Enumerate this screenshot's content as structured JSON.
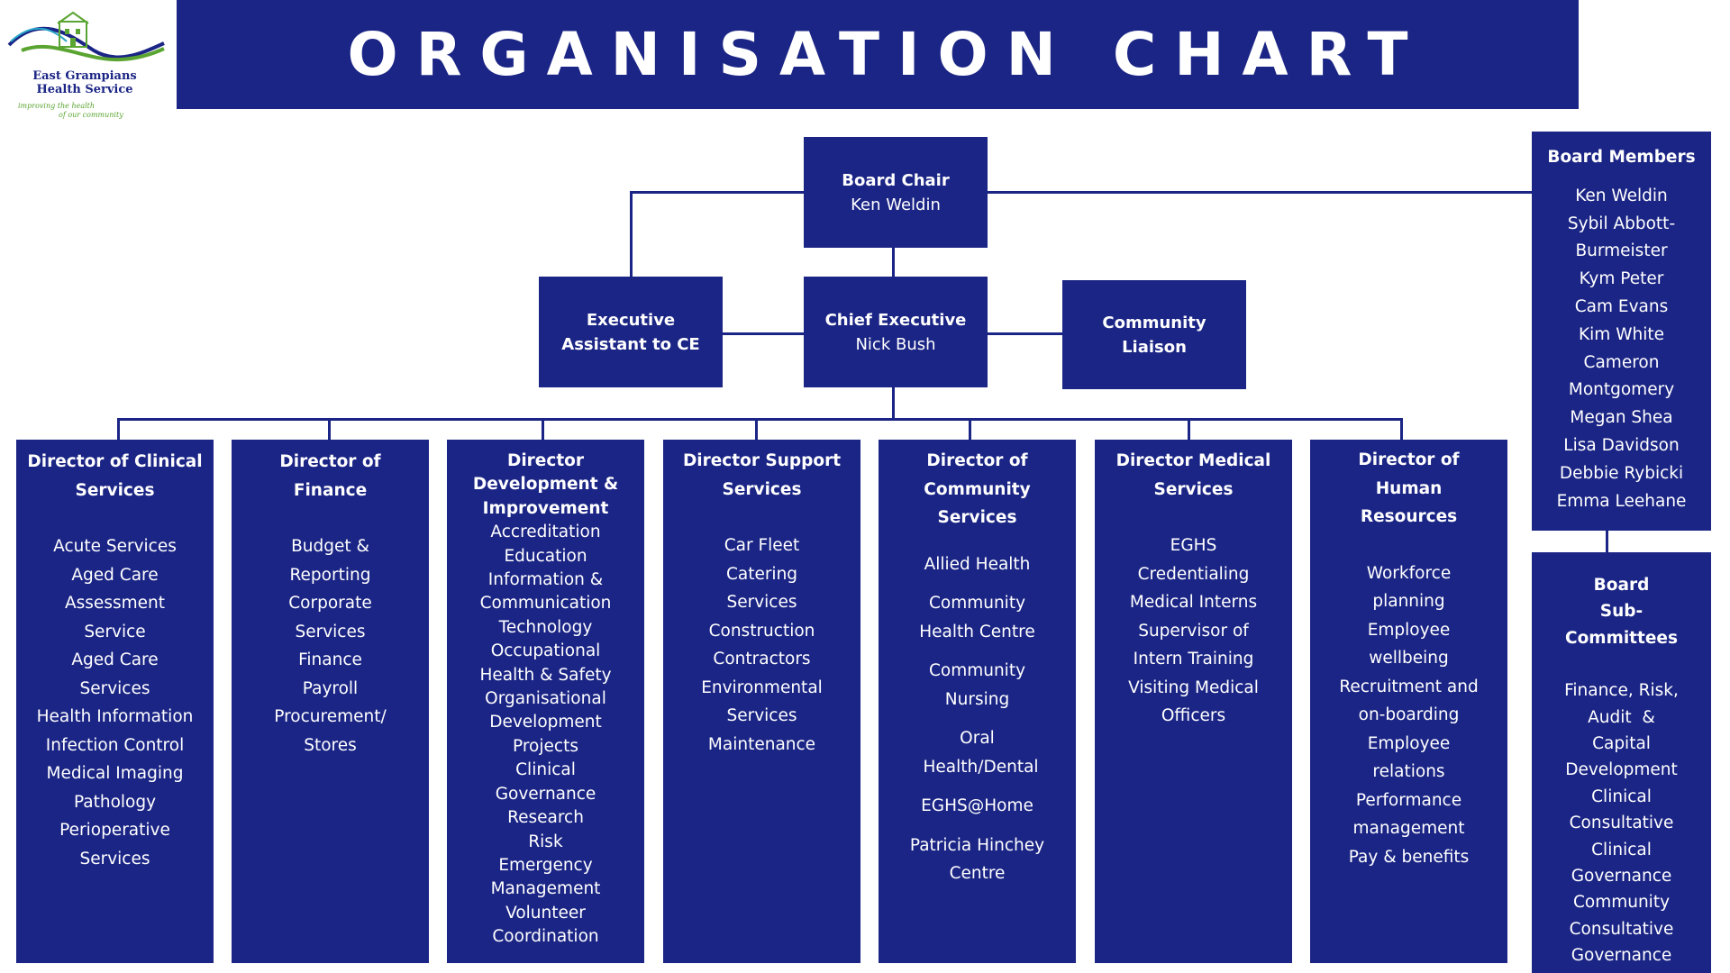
{
  "logo": {
    "org_line1": "East Grampians",
    "org_line2": "Health Service",
    "tagline_line1": "improving the health",
    "tagline_line2": "of our community"
  },
  "title": "ORGANISATION CHART",
  "colors": {
    "navy": "#1b2585",
    "green": "#5aa431",
    "teal": "#27a6c9"
  },
  "board_chair": {
    "role": "Board Chair",
    "name": "Ken Weldin"
  },
  "chief_executive": {
    "role": "Chief Executive",
    "name": "Nick Bush"
  },
  "exec_assistant": {
    "line1": "Executive",
    "line2": "Assistant to CE"
  },
  "community_liaison": {
    "line1": "Community",
    "line2": "Liaison"
  },
  "directors": [
    {
      "head": [
        "Director of Clinical",
        "Services"
      ],
      "items": [
        "Acute Services",
        "Aged Care",
        "Assessment",
        "Service",
        "Aged Care",
        "Services",
        "Health Information",
        "Infection Control",
        "Medical Imaging",
        "Pathology",
        "Perioperative",
        "Services"
      ]
    },
    {
      "head": [
        "Director of",
        "Finance"
      ],
      "items": [
        "Budget &",
        "Reporting",
        "Corporate",
        "Services",
        "Finance",
        "Payroll",
        "Procurement/",
        "Stores"
      ]
    },
    {
      "head": [
        "Director",
        "Development &",
        "Improvement"
      ],
      "items": [
        "Accreditation",
        "Education",
        "Information &",
        "Communication",
        "Technology",
        "Occupational",
        "Health & Safety",
        "Organisational",
        "Development",
        "Projects",
        "Clinical",
        "Governance",
        "Research",
        "Risk",
        "Emergency",
        "Management",
        "Volunteer",
        "Coordination"
      ]
    },
    {
      "head": [
        "Director Support",
        "Services"
      ],
      "items": [
        "Car Fleet",
        "Catering",
        "Services",
        "Construction",
        "Contractors",
        "Environmental",
        "Services",
        "Maintenance"
      ]
    },
    {
      "head": [
        "Director of",
        "Community",
        "Services"
      ],
      "items": [
        "Allied Health",
        "Community Health Centre",
        "Community Nursing",
        "Oral Health/Dental",
        "EGHS@Home",
        "Patricia Hinchey Centre"
      ]
    },
    {
      "head": [
        "Director Medical",
        "Services"
      ],
      "items": [
        "EGHS",
        "Credentialing",
        "Medical Interns",
        "Supervisor of",
        "Intern Training",
        "Visiting Medical",
        "Officers"
      ]
    },
    {
      "head": [
        "Director of",
        "Human",
        "Resources"
      ],
      "items": [
        "Workforce",
        "planning",
        "Employee",
        "wellbeing",
        "Recruitment and",
        "on-boarding",
        "Employee",
        "relations",
        "Performance",
        "management",
        "Pay & benefits"
      ]
    }
  ],
  "board_members": {
    "head": "Board Members",
    "names": [
      "Ken Weldin",
      "Sybil Abbott-",
      "Burmeister",
      "Kym Peter",
      "Cam Evans",
      "Kim White",
      "Cameron",
      "Montgomery",
      "Megan Shea",
      "Lisa Davidson",
      "Debbie Rybicki",
      "Emma Leehane"
    ]
  },
  "board_sub": {
    "head": [
      "Board",
      "Sub-",
      "Committees"
    ],
    "items": [
      "Finance, Risk,",
      "Audit  &",
      "Capital",
      "Development",
      "Clinical",
      "Consultative",
      "Clinical",
      "Governance",
      "Community",
      "Consultative",
      "Governance"
    ]
  }
}
